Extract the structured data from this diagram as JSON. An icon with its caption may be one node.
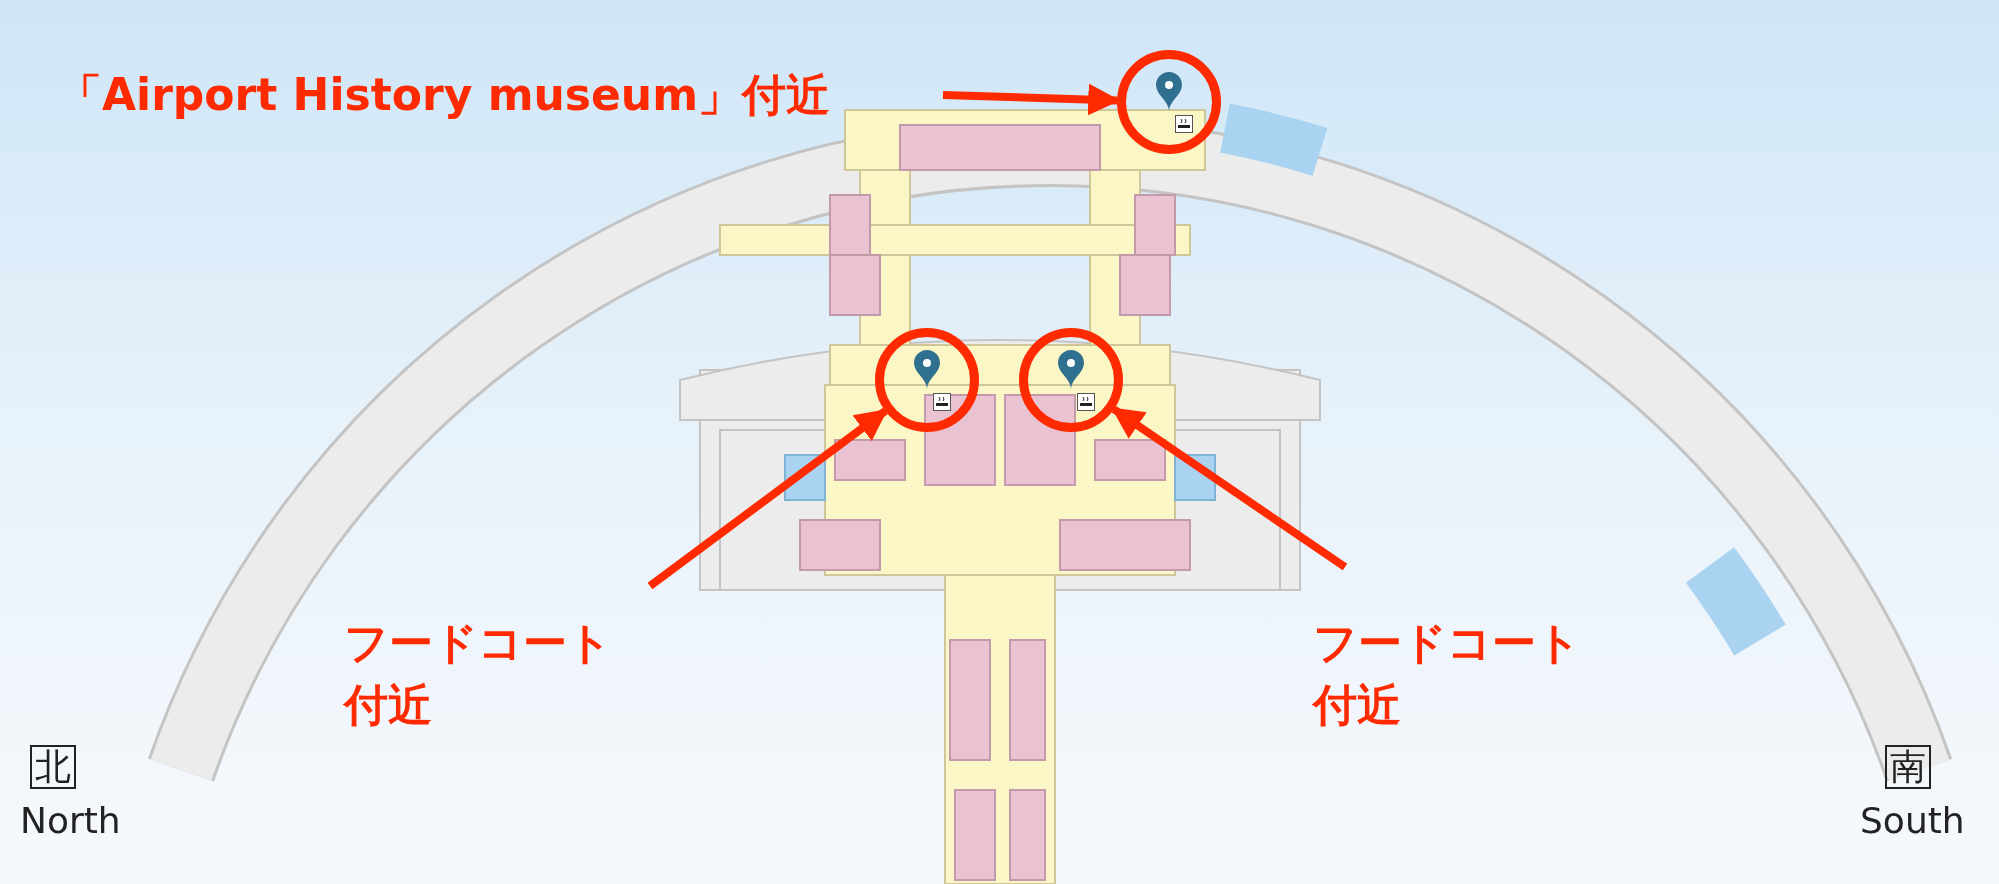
{
  "diagram": {
    "nodes": [
      {
        "text": [
          "「Airport History museum」付近"
        ]
      },
      {
        "text": [],
        "shape": "circle"
      },
      {
        "text": [
          "フードコート付近"
        ]
      },
      {
        "text": [],
        "shape": "circle"
      },
      {
        "text": [
          "フードコート付近"
        ]
      },
      {
        "text": [],
        "shape": "circle"
      }
    ],
    "edges": [
      {
        "from": 0,
        "to": 1,
        "arrow": "to"
      },
      {
        "from": 2,
        "to": 3,
        "arrow": "to"
      },
      {
        "from": 4,
        "to": 5,
        "arrow": "to"
      }
    ],
    "labels": [
      "北",
      "North",
      "南",
      "South"
    ]
  }
}
